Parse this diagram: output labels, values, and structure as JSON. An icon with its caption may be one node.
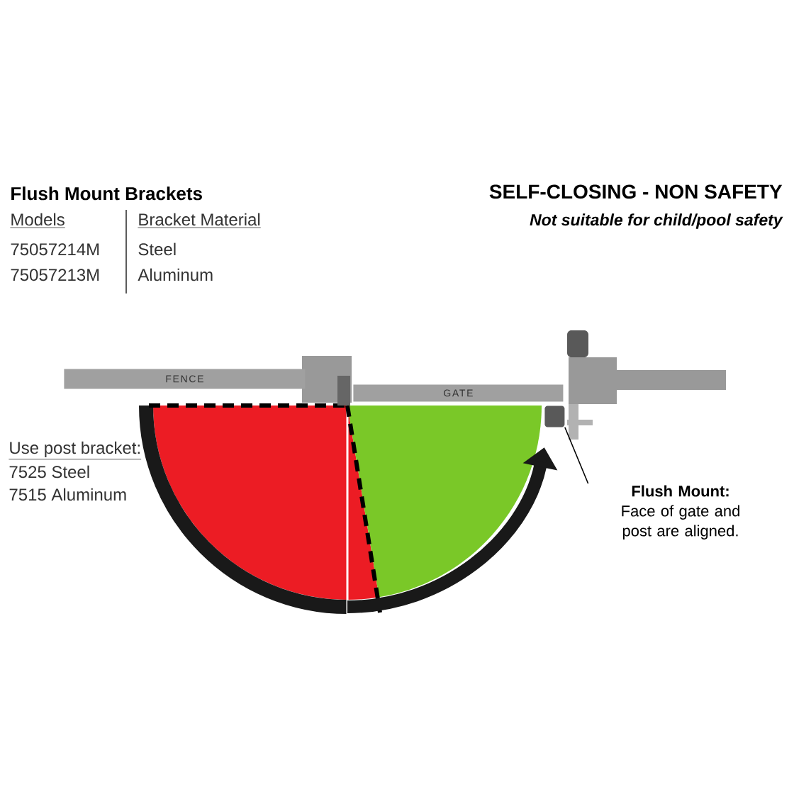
{
  "diagram": {
    "nodes": [
      {
        "text": [
          "FENCE"
        ]
      },
      {
        "text": [
          "GATE"
        ]
      },
      {
        "text": [
          "Flush Mount:",
          "Face of gate and post are aligned."
        ]
      },
      {
        "text": [],
        "shape": "box"
      }
    ],
    "edges": [
      {
        "from": 2,
        "to": 3,
        "arrow": "none"
      }
    ],
    "labels": [
      "Flush Mount Brackets",
      "SELF-CLOSING - NON SAFETY",
      "Models",
      "Bracket Material",
      "Not suitable for child/pool safety",
      "75057214M",
      "Steel",
      "75057213M",
      "Aluminum",
      "Use post bracket:",
      "7525 Steel",
      "7515 Aluminum"
    ]
  }
}
